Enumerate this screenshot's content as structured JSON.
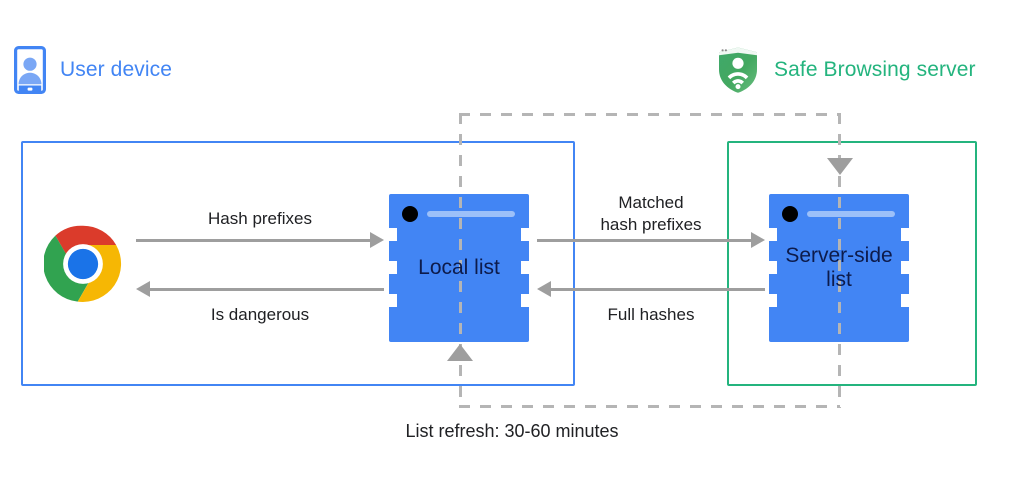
{
  "diagram": {
    "title_user_device": "User device",
    "title_server": "Safe Browsing server",
    "colors": {
      "user_blue": "#4285F4",
      "server_green": "#24b47e",
      "chip_blue": "#4285F4",
      "arrow_gray": "#9e9e9e",
      "dashed_gray": "#b5b5b5",
      "label_text": "#202124",
      "chip_label_text": "#0d1b4b"
    },
    "icons": {
      "user_device": "phone-person-icon",
      "server": "shield-wifi-icon",
      "client": "chrome-logo-icon"
    },
    "nodes": {
      "local_list": "Local list",
      "server_side_list": "Server-side\nlist"
    },
    "arrows": [
      {
        "id": "hash-prefixes",
        "label": "Hash prefixes",
        "direction": "right",
        "from": "chrome",
        "to": "local-list"
      },
      {
        "id": "is-dangerous",
        "label": "Is dangerous",
        "direction": "left",
        "from": "local-list",
        "to": "chrome"
      },
      {
        "id": "matched-hash-prefixes",
        "label": "Matched\nhash prefixes",
        "direction": "right",
        "from": "local-list",
        "to": "server-side-list"
      },
      {
        "id": "full-hashes",
        "label": "Full hashes",
        "direction": "left",
        "from": "server-side-list",
        "to": "local-list"
      }
    ],
    "refresh_loop": {
      "caption": "List refresh: 30-60 minutes",
      "style": "dashed",
      "from": "server-side-list",
      "to": "local-list"
    }
  }
}
